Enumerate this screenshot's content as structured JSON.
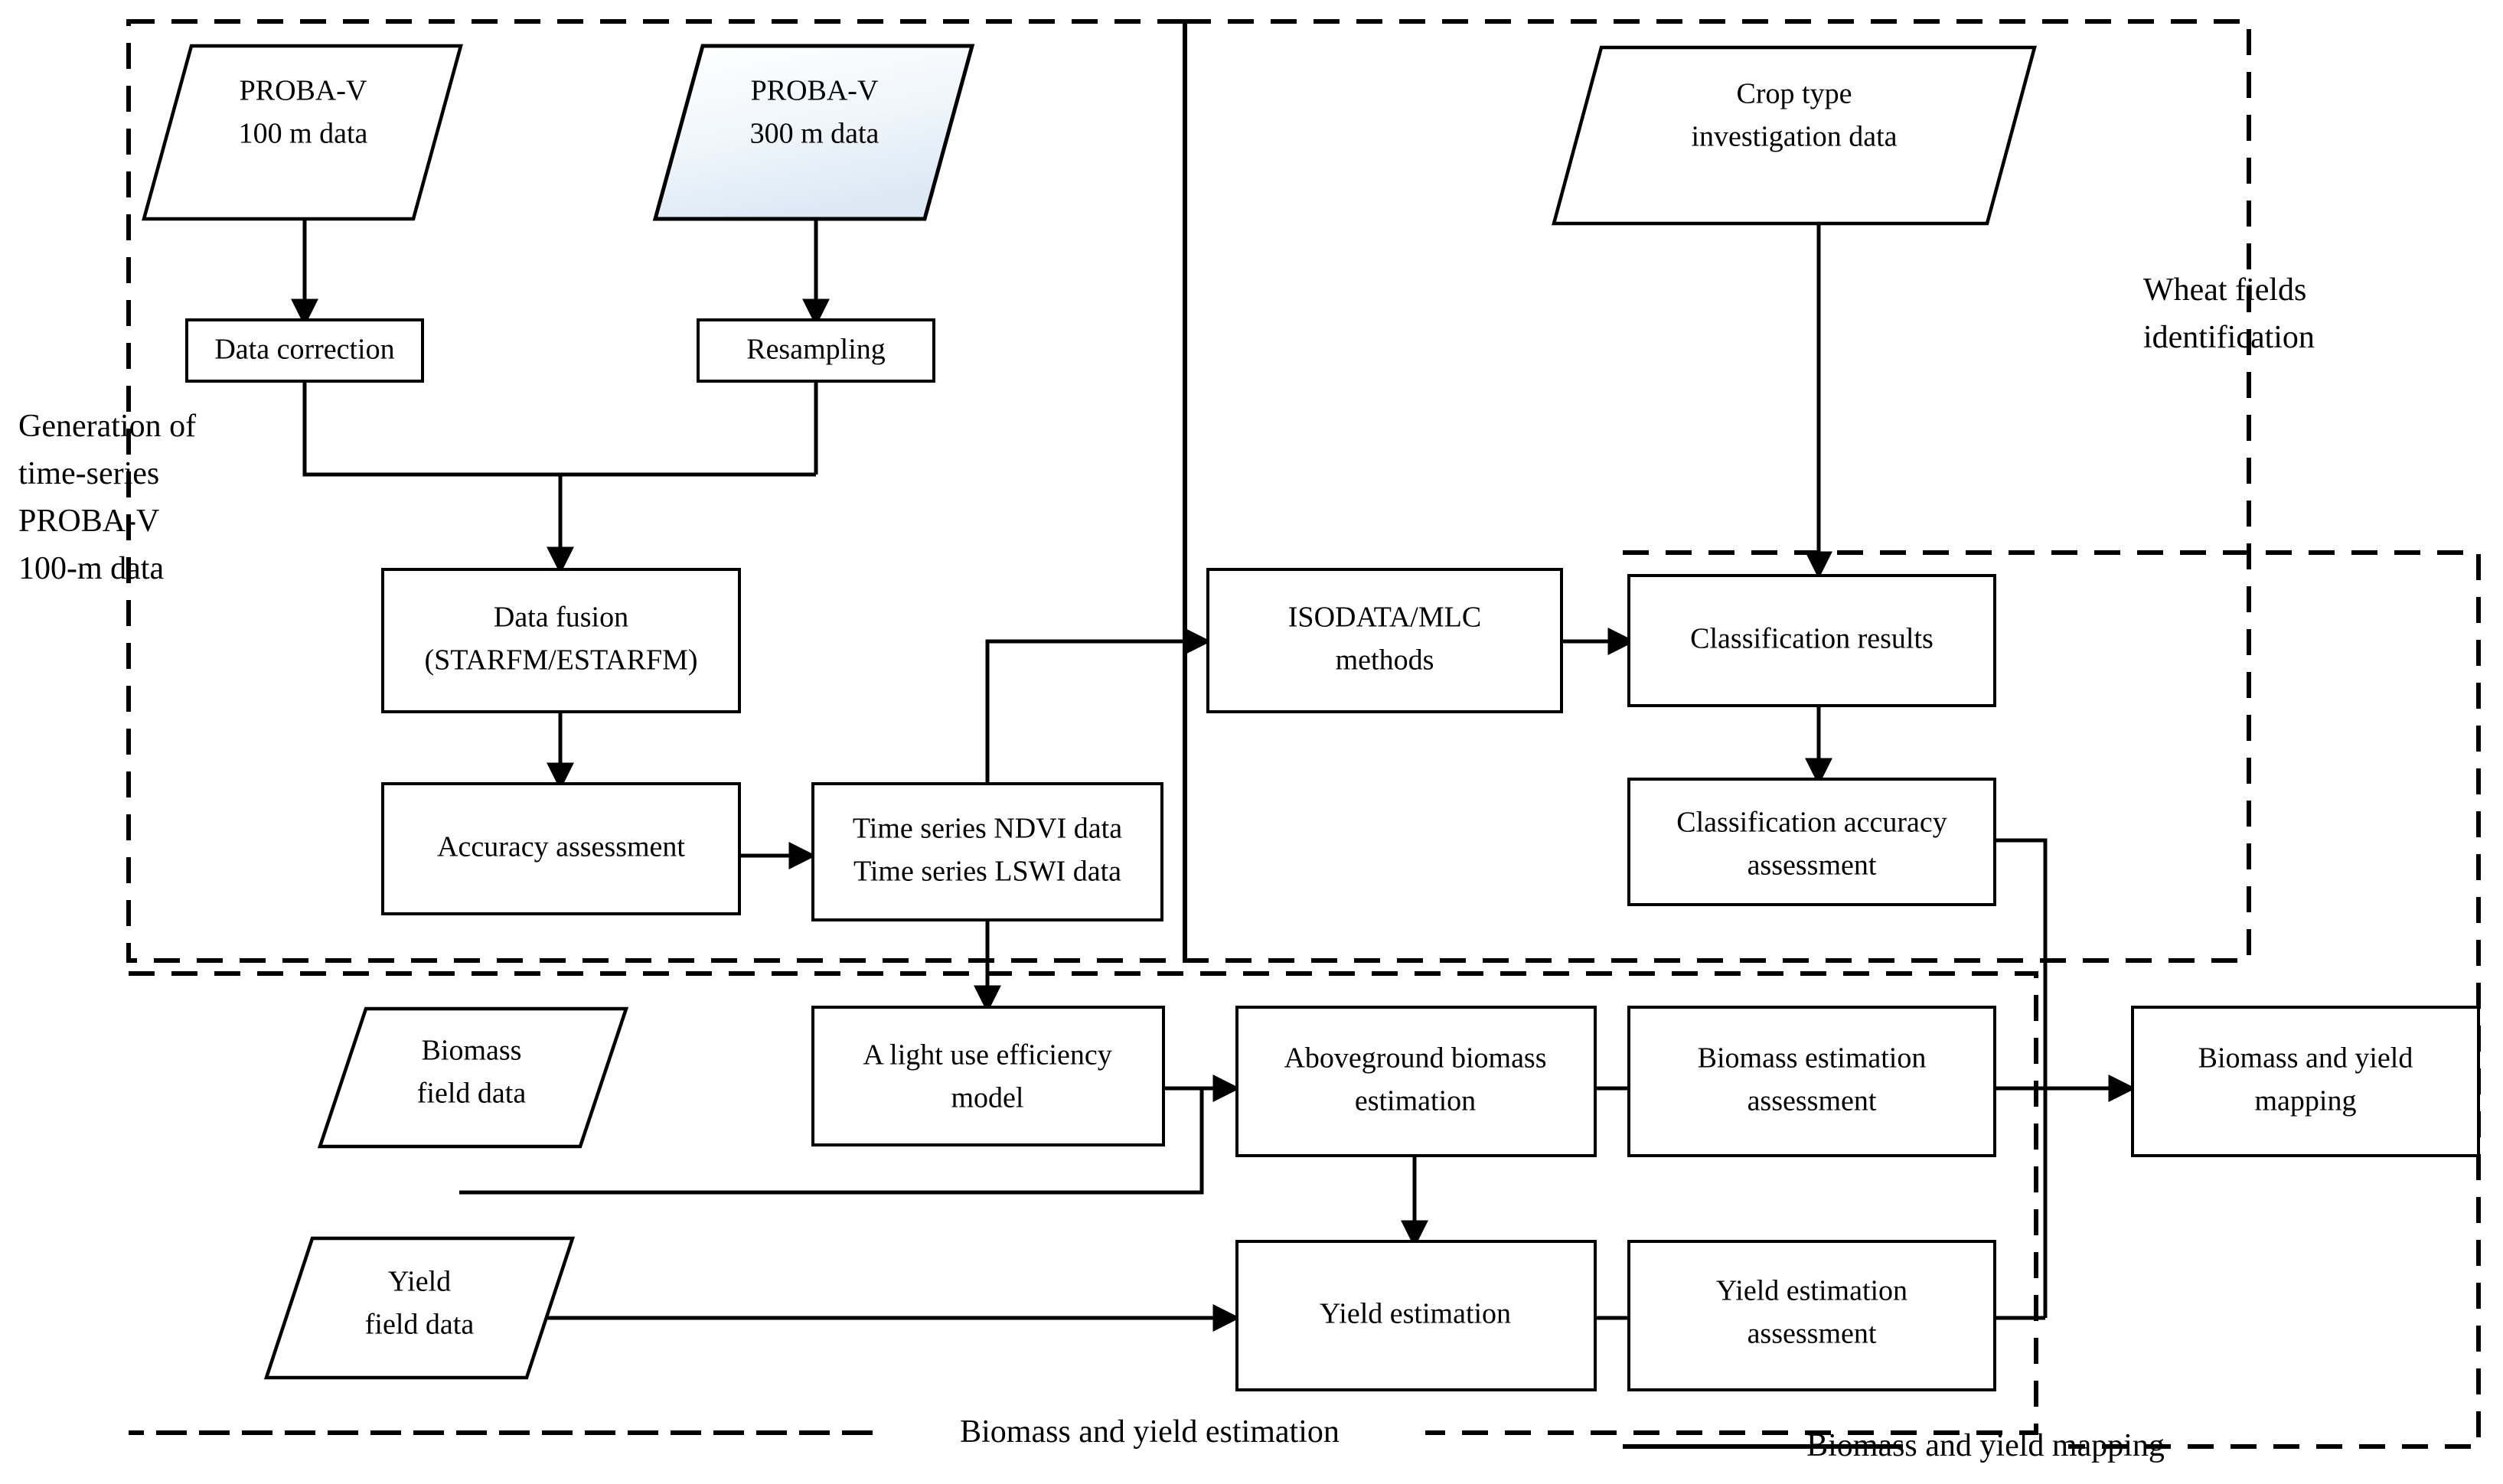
{
  "diagram": {
    "title": "Wheat biomass and yield estimation workflow using PROBA-V data",
    "colors": {
      "stroke": "#000000",
      "fill": "#ffffff",
      "gradient_start": "#ffffff",
      "gradient_end": "#dce9f5"
    }
  },
  "nodes": {
    "proba_100": {
      "line1": "PROBA-V",
      "line2": "100 m data",
      "shape": "parallelogram"
    },
    "proba_300": {
      "line1": "PROBA-V",
      "line2": "300 m data",
      "shape": "parallelogram"
    },
    "crop_type": {
      "line1": "Crop type",
      "line2": "investigation data",
      "shape": "parallelogram"
    },
    "data_correction": {
      "line1": "Data correction",
      "shape": "rectangle"
    },
    "resampling": {
      "line1": "Resampling",
      "shape": "rectangle"
    },
    "data_fusion": {
      "line1": "Data fusion",
      "line2": "(STARFM/ESTARFM)",
      "shape": "rectangle"
    },
    "accuracy_assessment": {
      "line1": "Accuracy assessment",
      "shape": "rectangle"
    },
    "time_series": {
      "line1": "Time series NDVI data",
      "line2": "Time series LSWI data",
      "shape": "rectangle"
    },
    "isodata_mlc": {
      "line1": "ISODATA/MLC",
      "line2": "methods",
      "shape": "rectangle"
    },
    "classification_results": {
      "line1": "Classification results",
      "shape": "rectangle"
    },
    "classification_accuracy": {
      "line1": "Classification accuracy",
      "line2": "assessment",
      "shape": "rectangle"
    },
    "biomass_field": {
      "line1": "Biomass",
      "line2": "field data",
      "shape": "parallelogram"
    },
    "yield_field": {
      "line1": "Yield",
      "line2": "field data",
      "shape": "parallelogram"
    },
    "lue_model": {
      "line1": "A light use efficiency",
      "line2": "model",
      "shape": "rectangle"
    },
    "agb_estimation": {
      "line1": "Aboveground biomass",
      "line2": "estimation",
      "shape": "rectangle"
    },
    "biomass_assessment": {
      "line1": "Biomass estimation",
      "line2": "assessment",
      "shape": "rectangle"
    },
    "biomass_yield_mapping": {
      "line1": "Biomass and yield",
      "line2": "mapping",
      "shape": "rectangle"
    },
    "yield_estimation": {
      "line1": "Yield estimation",
      "shape": "rectangle"
    },
    "yield_assessment": {
      "line1": "Yield estimation",
      "line2": "assessment",
      "shape": "rectangle"
    }
  },
  "groups": {
    "generation": {
      "lines": [
        "Generation of",
        "time-series",
        "PROBA-V",
        "100-m data"
      ]
    },
    "wheat": {
      "lines": [
        "Wheat fields",
        "identification"
      ]
    },
    "estimation": {
      "label": "Biomass and yield estimation"
    },
    "mapping": {
      "label": "Biomass and yield mapping"
    }
  }
}
